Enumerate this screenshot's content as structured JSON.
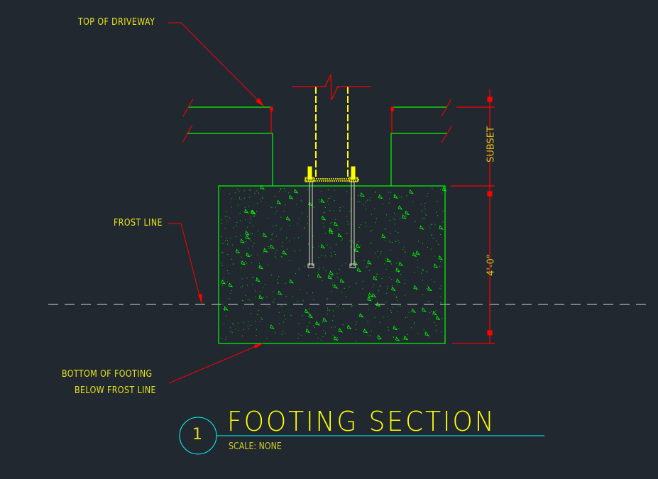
{
  "labels": {
    "top_of_driveway": "TOP OF DRIVEWAY",
    "frost_line": "FROST LINE",
    "bottom_of_footing_1": "BOTTOM OF FOOTING",
    "bottom_of_footing_2": "BELOW FROST LINE",
    "subset": "SUBSET",
    "depth_dimension": "4'-0\""
  },
  "title_block": {
    "detail_number": "1",
    "title": "FOOTING SECTION",
    "scale": "SCALE: NONE"
  },
  "colors": {
    "background": "#212830",
    "concrete": "#00ff00",
    "leader": "#ff0000",
    "text": "#ffff00",
    "title_bubble": "#00ffff"
  }
}
